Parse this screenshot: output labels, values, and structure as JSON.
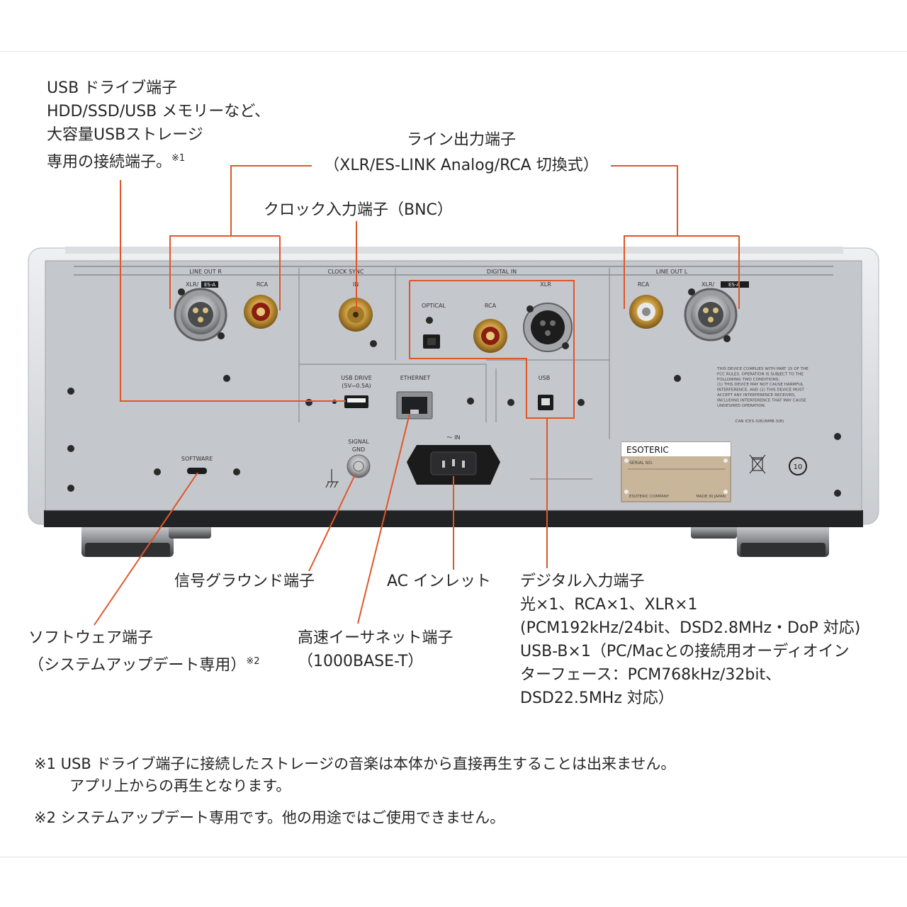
{
  "callouts": {
    "usb_drive": {
      "lines": [
        "USB ドライブ端子",
        "HDD/SSD/USB メモリーなど、",
        "大容量USBストレージ",
        "専用の接続端子。"
      ],
      "note_mark": "※1"
    },
    "line_out": {
      "title": "ライン出力端子",
      "detail": "（XLR/ES-LINK Analog/RCA 切換式）"
    },
    "clock_in": {
      "text": "クロック入力端子（BNC）"
    },
    "signal_gnd": {
      "text": "信号グラウンド端子"
    },
    "ac_inlet": {
      "text": "AC インレット"
    },
    "software": {
      "line1": "ソフトウェア端子",
      "line2": "（システムアップデート専用）",
      "note_mark": "※2"
    },
    "ethernet": {
      "line1": "高速イーサネット端子",
      "line2": "（1000BASE-T）"
    },
    "digital_in": {
      "lines": [
        "デジタル入力端子",
        "光×1、RCA×1、XLR×1",
        "(PCM192kHz/24bit、DSD2.8MHz・DoP 対応)",
        "USB-B×1（PC/Macとの接続用オーディオイン",
        "ターフェース：PCM768kHz/32bit、",
        "DSD22.5MHz 対応）"
      ]
    }
  },
  "panel": {
    "sections": {
      "line_out_r": "LINE OUT  R",
      "clock_sync": "CLOCK SYNC",
      "digital_in": "DIGITAL IN",
      "line_out_l": "LINE OUT  L"
    },
    "labels": {
      "xlr_es_a": "XLR/",
      "es_badge": "ES-A",
      "rca": "RCA",
      "in": "IN",
      "optical": "OPTICAL",
      "xlr": "XLR",
      "usb_drive": "USB DRIVE",
      "usb_drive_rating": "(5V⎓0.5A)",
      "ethernet": "ETHERNET",
      "usb": "USB",
      "ac_in": "～ IN",
      "signal": "SIGNAL",
      "gnd": "GND",
      "software": "SOFTWARE",
      "brand": "ESOTERIC",
      "serial": "SERIAL NO.",
      "maker": "ESOTERIC COMPANY",
      "origin": "MADE IN JAPAN",
      "can_ices": "CAN ICES-3(B)/NMB-3(B)",
      "recycle": "10"
    },
    "fcc_lines": [
      "THIS DEVICE COMPLIES WITH PART 15 OF THE",
      "FCC RULES. OPERATION IS SUBJECT TO THE",
      "FOLLOWING TWO CONDITIONS:",
      "(1) THIS DEVICE MAY NOT CAUSE HARMFUL",
      "INTERFERENCE, AND (2) THIS DEVICE MUST",
      "ACCEPT ANY INTERFERENCE RECEIVED,",
      "INCLUDING INTERFERENCE THAT MAY CAUSE",
      "UNDESIRED OPERATION."
    ]
  },
  "notes": {
    "note1_line1": "※1 USB ドライブ端子に接続したストレージの音楽は本体から直接再生することは出来ません。",
    "note1_line2": "アプリ上からの再生となります。",
    "note2": "※2 システムアップデート専用です。他の用途ではご使用できません。"
  },
  "colors": {
    "leader": "#e0562a",
    "panel": "#c4c7cc",
    "frame": "#dcdee1",
    "text": "#262626"
  }
}
